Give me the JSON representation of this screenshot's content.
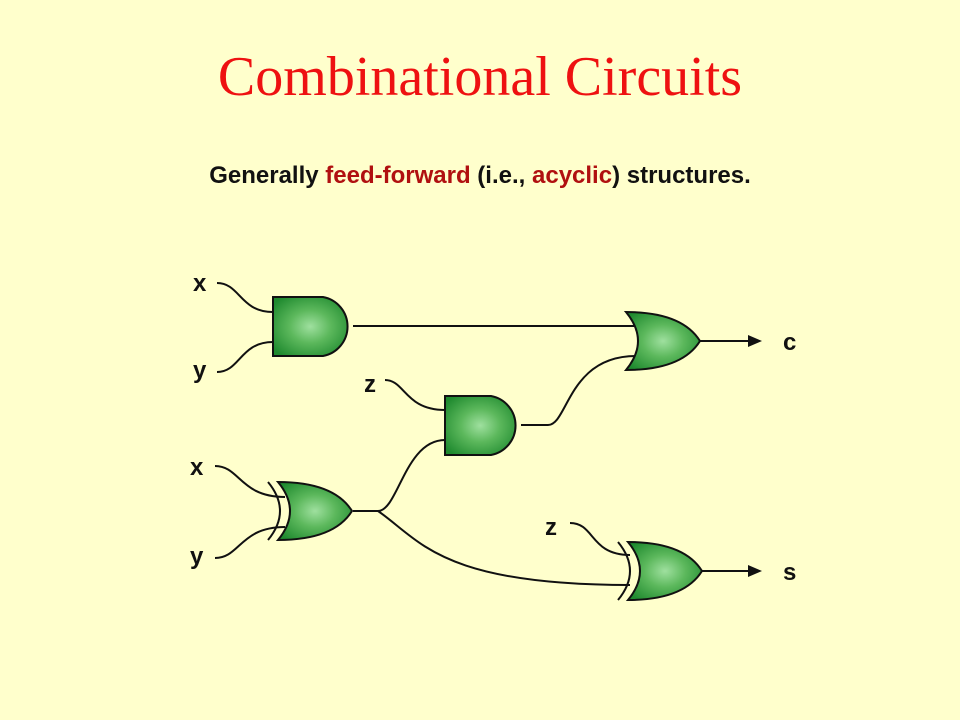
{
  "slide": {
    "title": "Combinational Circuits",
    "subtitle": {
      "part1": "Generally ",
      "highlight1": "feed-forward",
      "part2": " (i.e., ",
      "highlight2": "acyclic",
      "part3": ") structures."
    }
  },
  "diagram": {
    "input_labels": {
      "and1_x": "x",
      "and1_y": "y",
      "xor1_x": "x",
      "xor1_y": "y",
      "and2_z": "z",
      "xor2_z": "z"
    },
    "output_labels": {
      "carry": "c",
      "sum": "s"
    }
  },
  "colors": {
    "background": "#ffffcc",
    "title": "#ee1111",
    "highlight": "#b01010",
    "gate_dark": "#1e8a2e",
    "gate_light": "#8fd88f"
  }
}
